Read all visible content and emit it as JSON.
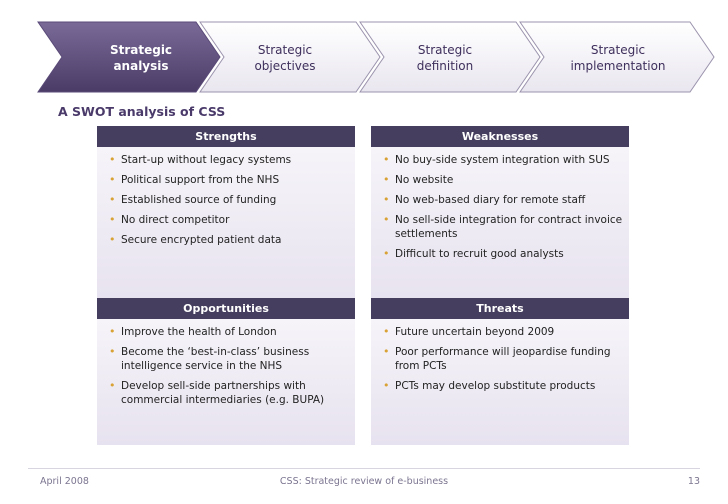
{
  "steps": [
    {
      "label": "Strategic\nanalysis"
    },
    {
      "label": "Strategic\nobjectives"
    },
    {
      "label": "Strategic\ndefinition"
    },
    {
      "label": "Strategic\nimplementation"
    }
  ],
  "section_title": "A SWOT analysis of CSS",
  "swot": {
    "strengths": {
      "title": "Strengths",
      "items": [
        "Start-up without legacy systems",
        "Political support from the NHS",
        "Established source of funding",
        "No direct competitor",
        "Secure encrypted patient data"
      ]
    },
    "weaknesses": {
      "title": "Weaknesses",
      "items": [
        "No buy-side system integration with SUS",
        "No website",
        "No web-based diary for remote staff",
        "No sell-side integration for contract invoice settlements",
        "Difficult to recruit good analysts"
      ]
    },
    "opportunities": {
      "title": "Opportunities",
      "items": [
        "Improve the health of London",
        "Become the ‘best-in-class’ business intelligence service in the NHS",
        "Develop sell-side partnerships with commercial intermediaries (e.g. BUPA)"
      ]
    },
    "threats": {
      "title": "Threats",
      "items": [
        "Future uncertain beyond 2009",
        "Poor performance will jeopardise funding from PCTs",
        "PCTs may develop substitute products"
      ]
    }
  },
  "footer": {
    "date": "April 2008",
    "center": "CSS: Strategic review of e-business",
    "page": "13"
  },
  "colors": {
    "active_step": "#5a4a78",
    "header_bar": "#463e5e",
    "bullet": "#d9a235"
  }
}
